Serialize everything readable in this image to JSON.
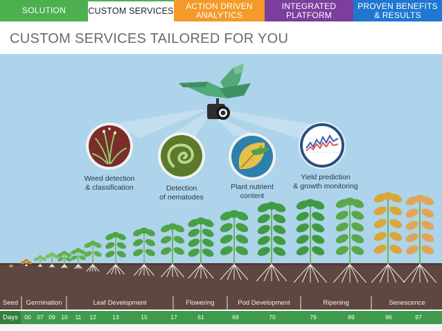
{
  "tabs": [
    {
      "label": "SOLUTION",
      "color": "#4cb04f"
    },
    {
      "label": "CUSTOM SERVICES",
      "color": "#ffffff",
      "active": true
    },
    {
      "label": "ACTION DRIVEN\nANALYTICS",
      "color": "#f39a29"
    },
    {
      "label": "INTEGRATED\nPLATFORM",
      "color": "#7b3e9c"
    },
    {
      "label": "PROVEN BENEFITS\n& RESULTS",
      "color": "#1f77d1"
    }
  ],
  "heading": "CUSTOM SERVICES TAILORED FOR YOU",
  "services": [
    {
      "label": "Weed detection\n& classification",
      "icon": "weed-icon"
    },
    {
      "label": "Detection\nof nematodes",
      "icon": "nematode-icon"
    },
    {
      "label": "Plant nutrient\ncontent",
      "icon": "leaf-icon"
    },
    {
      "label": "Yield prediction\n& growth monitoring",
      "icon": "chart-icon"
    }
  ],
  "stages": [
    "Seed",
    "Germination",
    "Leaf Development",
    "Flowering",
    "Pod Development",
    "Ripening",
    "Senescence"
  ],
  "days_label": "Days",
  "days": [
    "00",
    "07",
    "09",
    "10",
    "11",
    "12",
    "13",
    "15",
    "17",
    "61",
    "69",
    "70",
    "79",
    "89",
    "96",
    "97"
  ],
  "colors": {
    "sky": "#add4ea",
    "soil": "#5e4741",
    "drone": "#52a97a",
    "stage_bar": "#5e4741",
    "days_bar": "#3f9b4b"
  }
}
